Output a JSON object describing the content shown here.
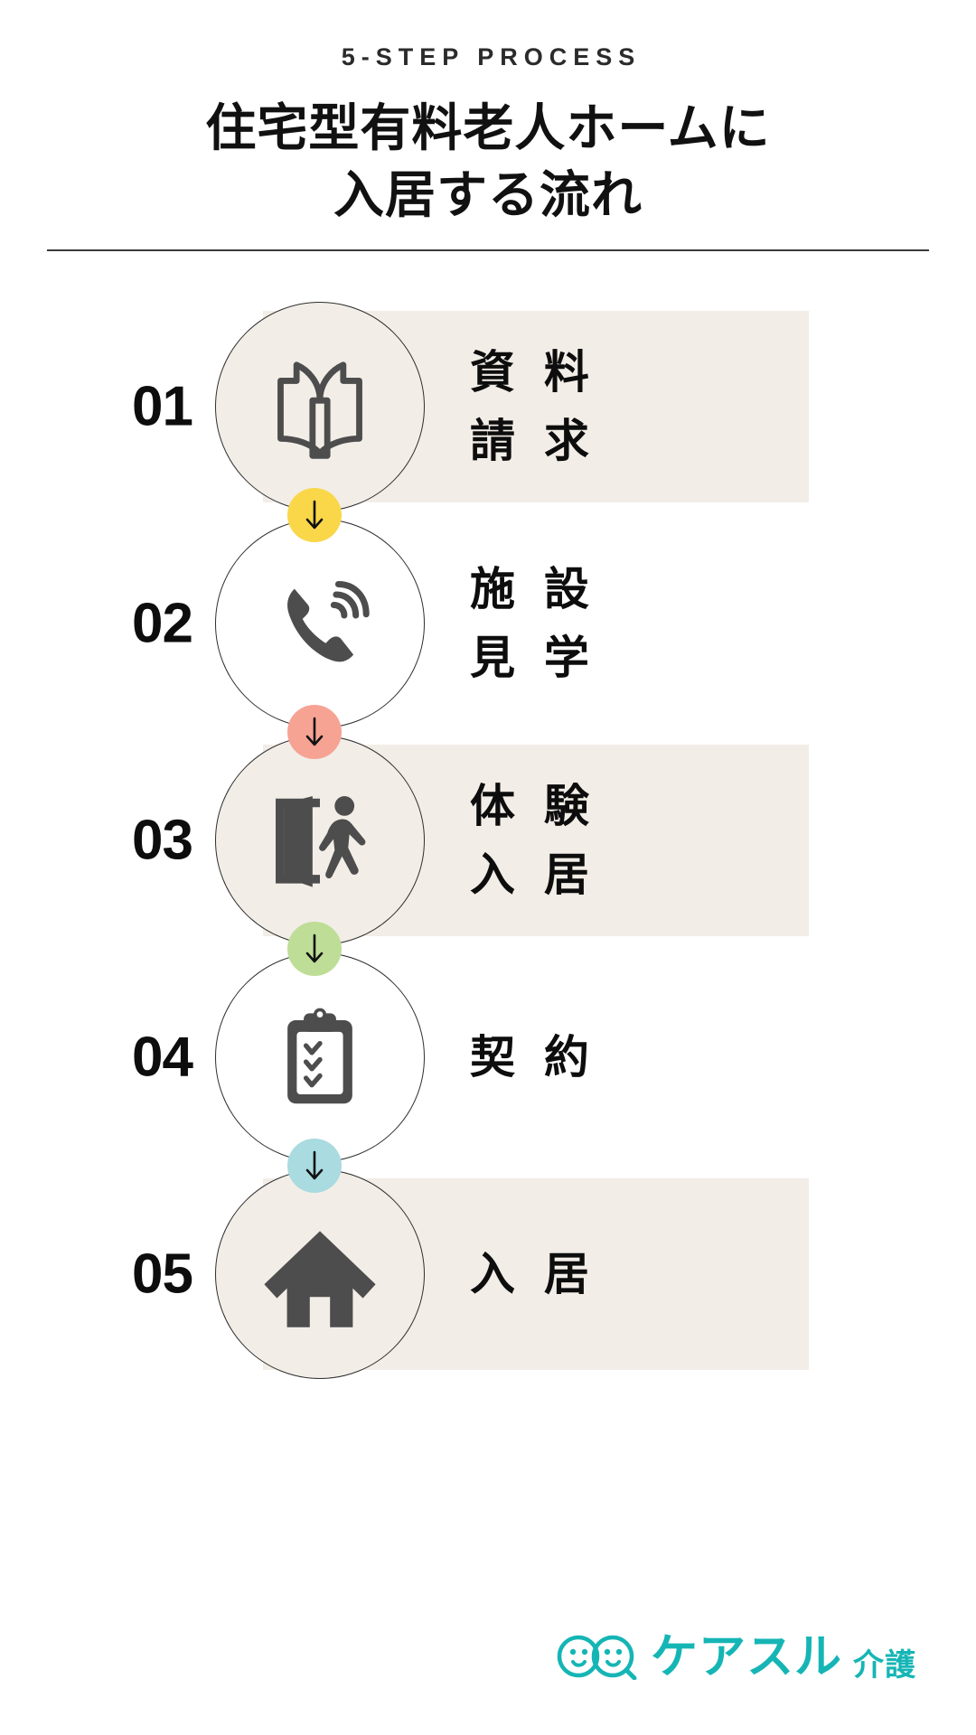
{
  "header": {
    "eyebrow": "5-STEP PROCESS",
    "title_line1": "住宅型有料老人ホームに",
    "title_line2": "入居する流れ"
  },
  "colors": {
    "beige_band": "#f2ede7",
    "text_dark": "#0d0d0d",
    "icon_gray": "#4d4d4d",
    "brand_teal": "#16b5b5",
    "arrow_yellow": "#f9d749",
    "arrow_salmon": "#f6a394",
    "arrow_green": "#bedd96",
    "arrow_blue": "#a9dbe0"
  },
  "steps": [
    {
      "number": "01",
      "label_line1": "資 料",
      "label_line2": "請 求",
      "icon": "open-book-icon",
      "has_band": true,
      "circle_fill": "beige",
      "arrow_color": "#f9d749"
    },
    {
      "number": "02",
      "label_line1": "施 設",
      "label_line2": "見 学",
      "icon": "phone-call-icon",
      "has_band": false,
      "circle_fill": "white",
      "arrow_color": "#f6a394"
    },
    {
      "number": "03",
      "label_line1": "体 験",
      "label_line2": "入 居",
      "icon": "door-walk-in-icon",
      "has_band": true,
      "circle_fill": "beige",
      "arrow_color": "#bedd96"
    },
    {
      "number": "04",
      "label_line1": "契 約",
      "label_line2": "",
      "icon": "clipboard-checklist-icon",
      "has_band": false,
      "circle_fill": "white",
      "arrow_color": "#a9dbe0"
    },
    {
      "number": "05",
      "label_line1": "入 居",
      "label_line2": "",
      "icon": "house-icon",
      "has_band": true,
      "circle_fill": "beige",
      "arrow_color": null
    }
  ],
  "footer": {
    "logo_main": "ケアスル",
    "logo_sub": "介護"
  }
}
